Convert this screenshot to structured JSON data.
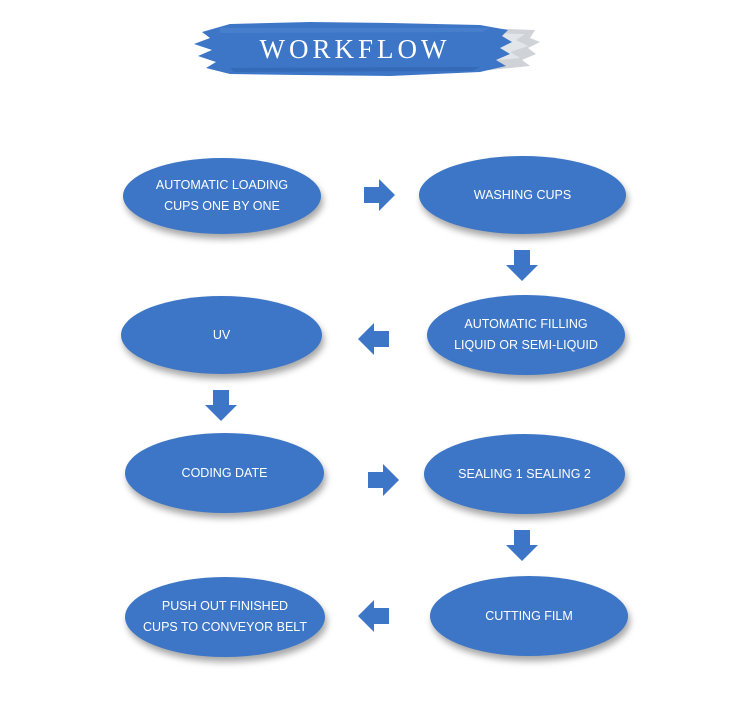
{
  "title": "WORKFLOW",
  "colors": {
    "node_fill": "#3d76c6",
    "arrow_fill": "#3d76c6",
    "banner_fill": "#3d76c6",
    "banner_tail": "#cfd3d8",
    "text": "#ffffff"
  },
  "nodes": [
    {
      "label": "AUTOMATIC LOADING\nCUPS ONE BY ONE"
    },
    {
      "label": "WASHING CUPS"
    },
    {
      "label": "AUTOMATIC FILLING\nLIQUID OR SEMI-LIQUID"
    },
    {
      "label": "UV"
    },
    {
      "label": "CODING DATE"
    },
    {
      "label": "SEALING 1  SEALING 2"
    },
    {
      "label": "CUTTING FILM"
    },
    {
      "label": "PUSH OUT FINISHED\nCUPS TO CONVEYOR BELT"
    }
  ],
  "edges": [
    {
      "from": 0,
      "to": 1,
      "direction": "right"
    },
    {
      "from": 1,
      "to": 2,
      "direction": "down"
    },
    {
      "from": 2,
      "to": 3,
      "direction": "left"
    },
    {
      "from": 3,
      "to": 4,
      "direction": "down"
    },
    {
      "from": 4,
      "to": 5,
      "direction": "right"
    },
    {
      "from": 5,
      "to": 6,
      "direction": "down"
    },
    {
      "from": 6,
      "to": 7,
      "direction": "left"
    }
  ]
}
